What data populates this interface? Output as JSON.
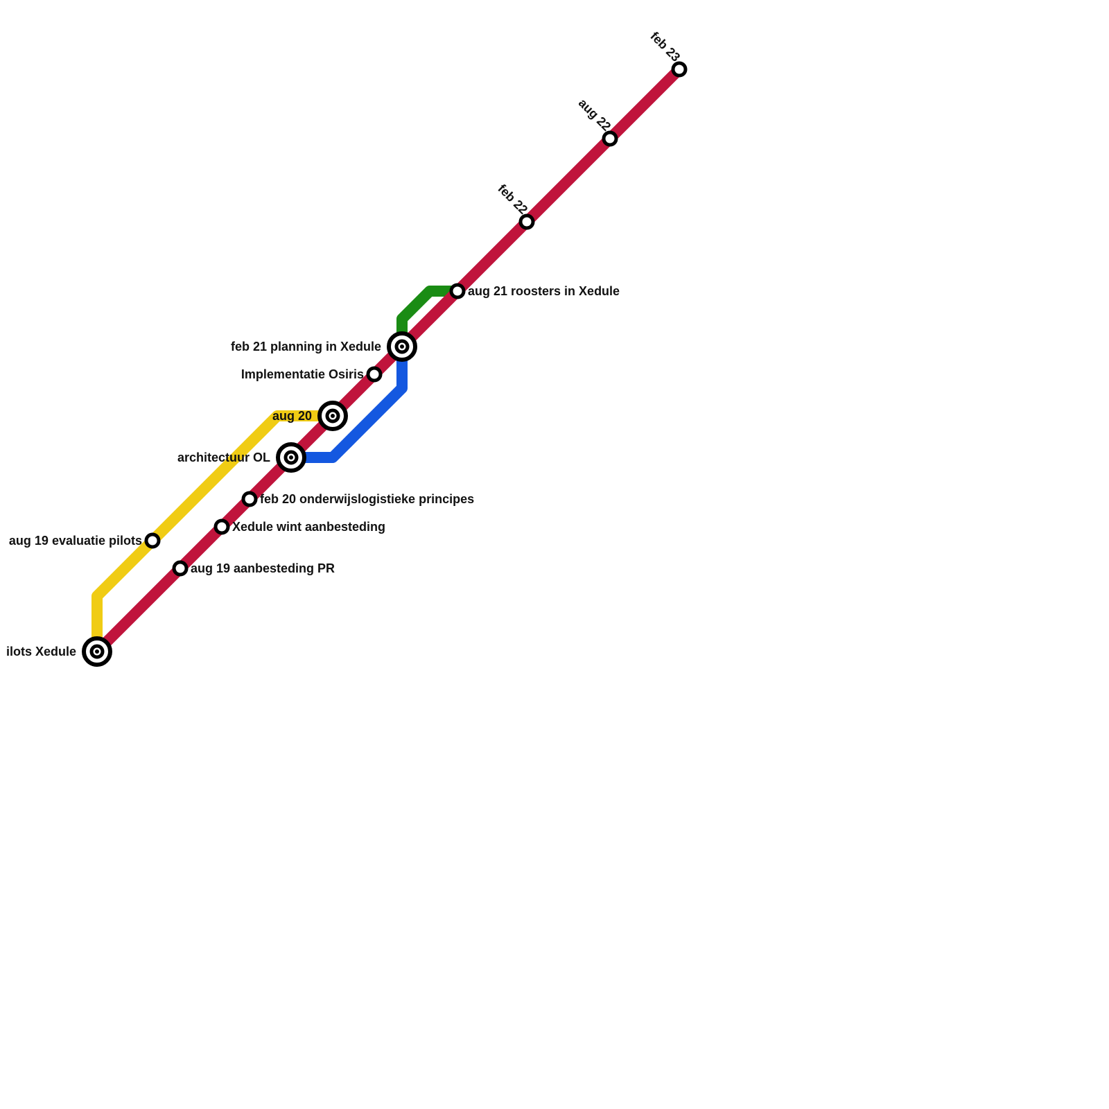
{
  "colors": {
    "red_line": "#c0143c",
    "yellow_line": "#f0cc14",
    "blue_line": "#1458e0",
    "green_line": "#1a8c14",
    "station_fill": "#ffffff",
    "station_stroke": "#000000",
    "text": "#111111"
  },
  "stations": {
    "pilots_xedule": "ilots Xedule",
    "aug19_evaluatie": "aug 19 evaluatie pilots",
    "aug19_aanbesteding": "aug 19 aanbesteding PR",
    "xedule_wint": "Xedule wint aanbesteding",
    "feb20_principes": "feb 20  onderwijslogistieke principes",
    "architectuur_ol": "architectuur OL",
    "aug20": "aug 20",
    "implementatie_osiris": "Implementatie Osiris",
    "feb21_planning": "feb 21 planning in Xedule",
    "aug21_roosters": "aug 21 roosters in Xedule",
    "feb22": "feb 22",
    "aug22": "aug 22",
    "feb23": "feb 23"
  }
}
